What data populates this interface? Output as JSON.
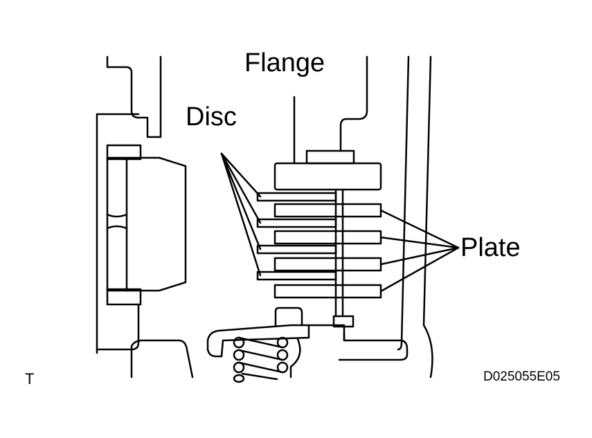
{
  "diagram": {
    "labels": {
      "flange": "Flange",
      "disc": "Disc",
      "plate": "Plate"
    },
    "corner_mark": "T",
    "figure_code": "D025055E05"
  },
  "colors": {
    "line": "#000000",
    "background": "#ffffff"
  }
}
